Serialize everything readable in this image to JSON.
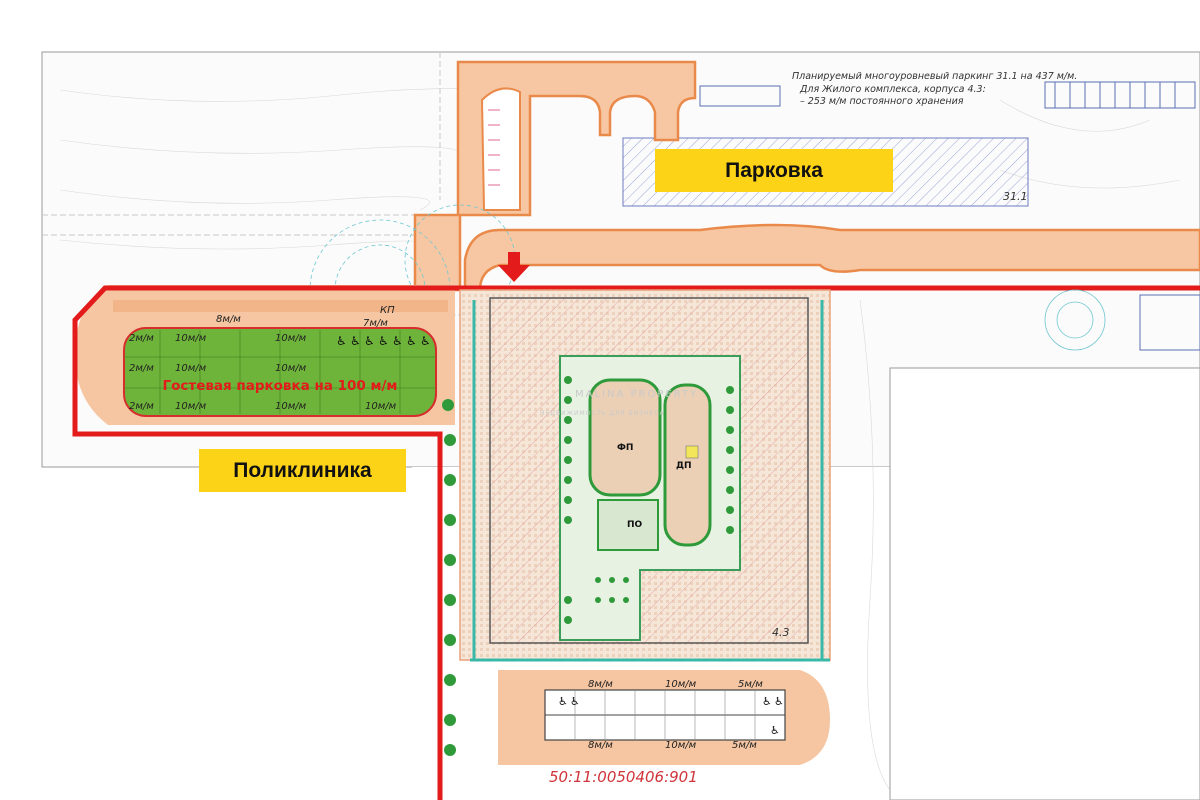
{
  "labels": {
    "parking": "Парковка",
    "polyclinic": "Поликлиника",
    "guest_parking": "Гостевая парковка на 100 м/м"
  },
  "notes": {
    "line1": "Планируемый многоуровневый паркинг 31.1 на 437 м/м.",
    "line2": "Для Жилого комплекса, корпуса 4.3:",
    "line3": "– 253 м/м постоянного хранения"
  },
  "building_ids": {
    "parking_building": "31.1",
    "residential_building": "4.3"
  },
  "cadastral_number": "50:11:0050406:901",
  "parking_rows": {
    "guest_top_label": "8м/м",
    "guest_top_label2": "7м/м",
    "guest_kp": "КП",
    "guest_row1": [
      "2м/м",
      "10м/м",
      "10м/м"
    ],
    "guest_row2": [
      "2м/м",
      "10м/м",
      "10м/м"
    ],
    "guest_row3": [
      "2м/м",
      "10м/м",
      "10м/м",
      "10м/м"
    ],
    "south_top": [
      "8м/м",
      "10м/м",
      "5м/м"
    ],
    "south_bottom": [
      "8м/м",
      "10м/м",
      "5м/м"
    ]
  },
  "playground_labels": {
    "fp": "ФП",
    "dp": "ДП",
    "po": "ПО"
  },
  "watermark": {
    "brand": "MALINA PROPERTY",
    "tagline": "НЕДВИЖИМОСТЬ ДЛЯ БИЗНЕСА"
  },
  "colors": {
    "road_fill": "#f7c7a3",
    "road_edge": "#e98a4a",
    "boundary_red": "#e31b1b",
    "guest_green": "#5fa833",
    "label_yellow": "#fdd318",
    "greenery": "#2e9a3a",
    "teal_edge": "#39b8a8"
  }
}
